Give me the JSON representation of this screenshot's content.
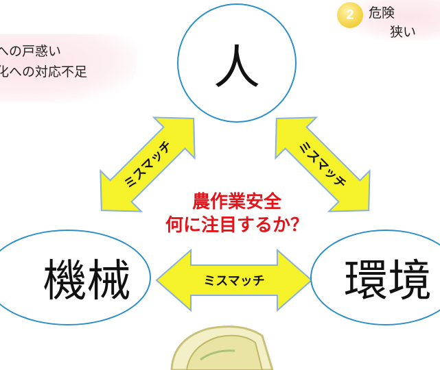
{
  "notes": {
    "left_line1": "への戸惑い",
    "left_line2": "化への対応不足",
    "right_badge": "2",
    "right_line1": "危険",
    "right_line2": "狭い"
  },
  "nodes": {
    "human": "人",
    "machine": "機械",
    "environment": "環境"
  },
  "center": {
    "line1": "農作業安全",
    "line2": "何に注目するか？"
  },
  "arrows": {
    "left_label": "ミスマッチ",
    "right_label": "ミスマッチ",
    "bottom_label": "ミスマッチ"
  },
  "colors": {
    "circle_border": "#2a8fc9",
    "arrow_fill": "#f6f22a",
    "arrow_stroke": "#8bb0d8",
    "center_text": "#e3131a",
    "note_bg": "#fbe4ea",
    "badge": "#f2cf3b"
  }
}
